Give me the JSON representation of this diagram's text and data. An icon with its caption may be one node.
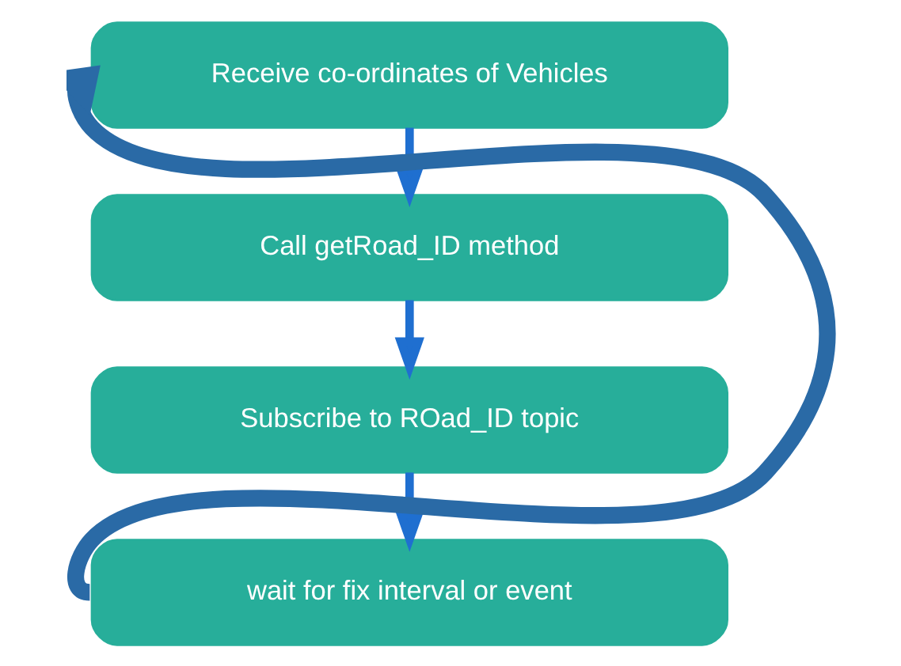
{
  "diagram": {
    "nodes": [
      {
        "text": [
          "Receive co-ordinates of Vehicles"
        ]
      },
      {
        "text": [
          "Call getRoad_ID method"
        ]
      },
      {
        "text": [
          "Subscribe to ROad_ID topic"
        ]
      },
      {
        "text": [
          "wait for fix interval or event"
        ]
      }
    ],
    "edges": [
      {
        "from": 0,
        "to": 1,
        "arrow": "to"
      },
      {
        "from": 1,
        "to": 2,
        "arrow": "to"
      },
      {
        "from": 2,
        "to": 3,
        "arrow": "to"
      },
      {
        "from": 3,
        "to": 0,
        "arrow": "to",
        "style": "thick",
        "color": "#2a6aa6"
      }
    ]
  }
}
